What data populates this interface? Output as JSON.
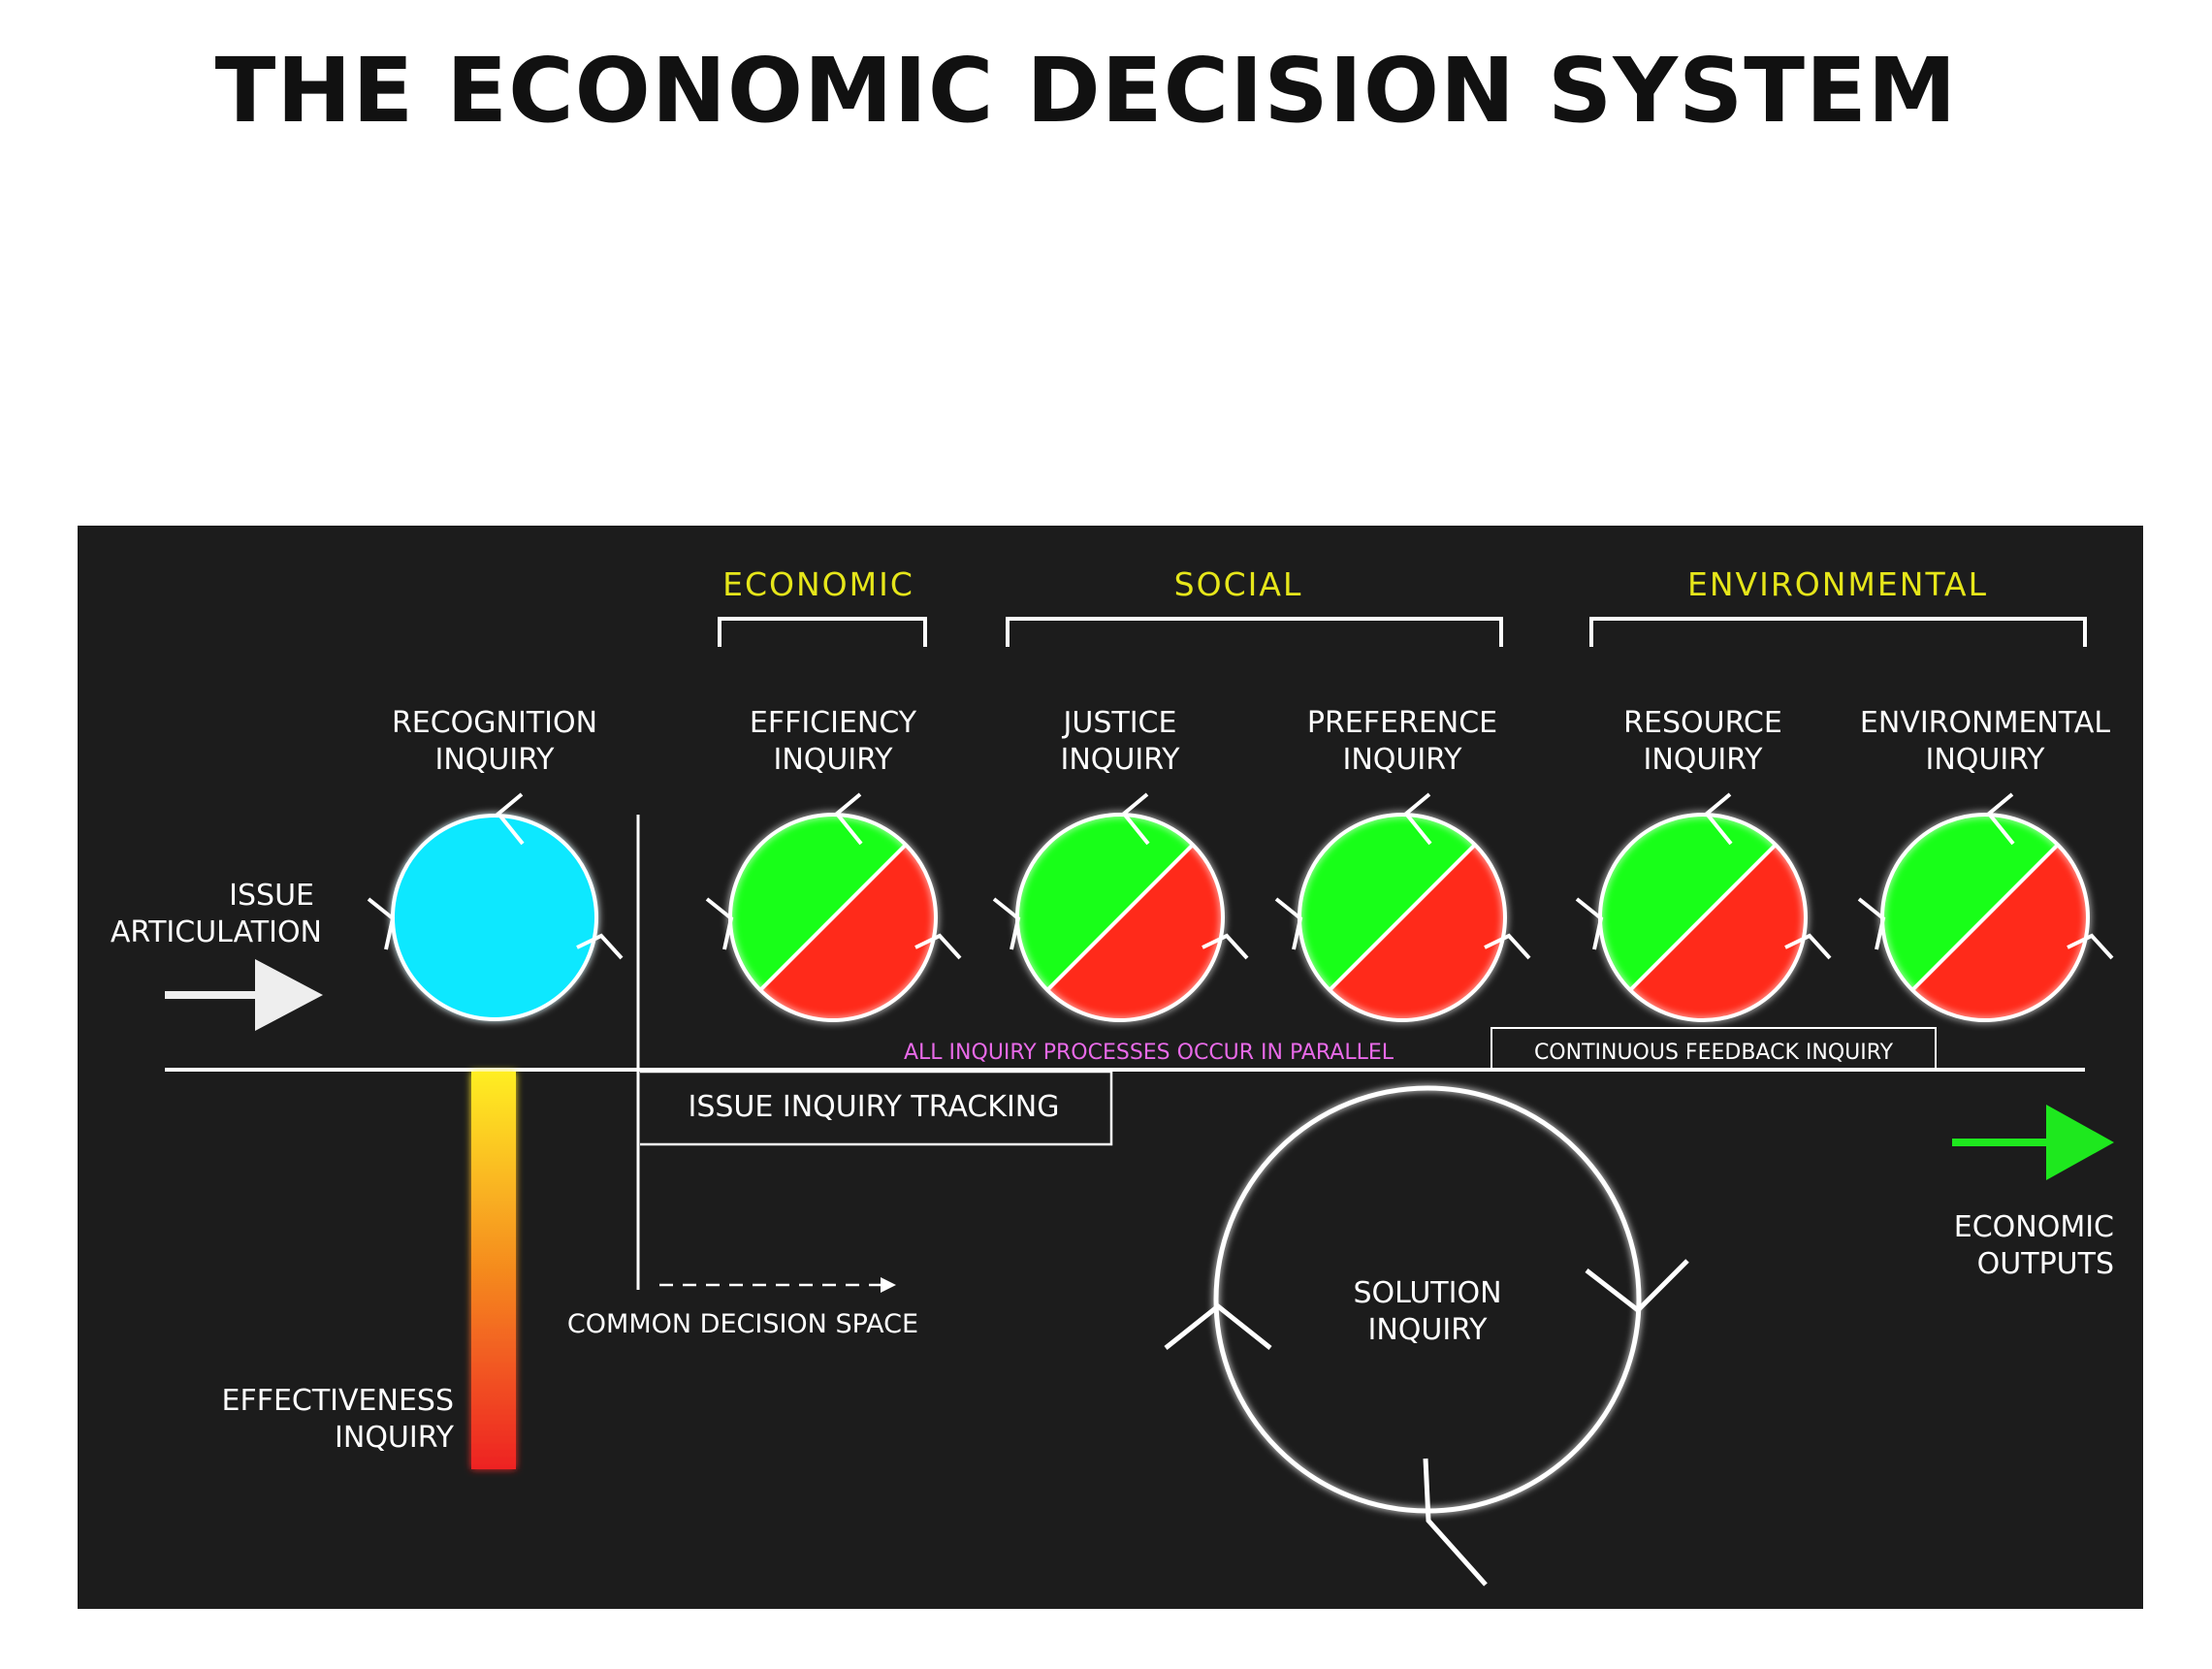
{
  "title": "THE ECONOMIC DECISION SYSTEM",
  "categories": [
    {
      "label": "ECONOMIC"
    },
    {
      "label": "SOCIAL"
    },
    {
      "label": "ENVIRONMENTAL"
    }
  ],
  "recognition": {
    "line1": "RECOGNITION",
    "line2": "INQUIRY"
  },
  "inquiries": [
    {
      "line1": "EFFICIENCY",
      "line2": "INQUIRY"
    },
    {
      "line1": "JUSTICE",
      "line2": "INQUIRY"
    },
    {
      "line1": "PREFERENCE",
      "line2": "INQUIRY"
    },
    {
      "line1": "RESOURCE",
      "line2": "INQUIRY"
    },
    {
      "line1": "ENVIRONMENTAL",
      "line2": "INQUIRY"
    }
  ],
  "issue_articulation": {
    "line1": "ISSUE",
    "line2": "ARTICULATION"
  },
  "parallel_note": "ALL INQUIRY PROCESSES OCCUR IN PARALLEL",
  "continuous_feedback": "CONTINUOUS FEEDBACK INQUIRY",
  "issue_tracking": "ISSUE INQUIRY TRACKING",
  "common_decision_space": "COMMON DECISION SPACE",
  "solution": {
    "line1": "SOLUTION",
    "line2": "INQUIRY"
  },
  "economic_outputs": {
    "line1": "ECONOMIC",
    "line2": "OUTPUTS"
  },
  "effectiveness": {
    "line1": "EFFECTIVENESS",
    "line2": "INQUIRY"
  },
  "colors": {
    "panel": "#1c1c1c",
    "recognition": "#0be8ff",
    "positive": "#18ff18",
    "negative": "#ff2a1a",
    "category": "#e6e61a",
    "parallel_note": "#e86ae8",
    "output_arrow": "#1ee81e"
  }
}
